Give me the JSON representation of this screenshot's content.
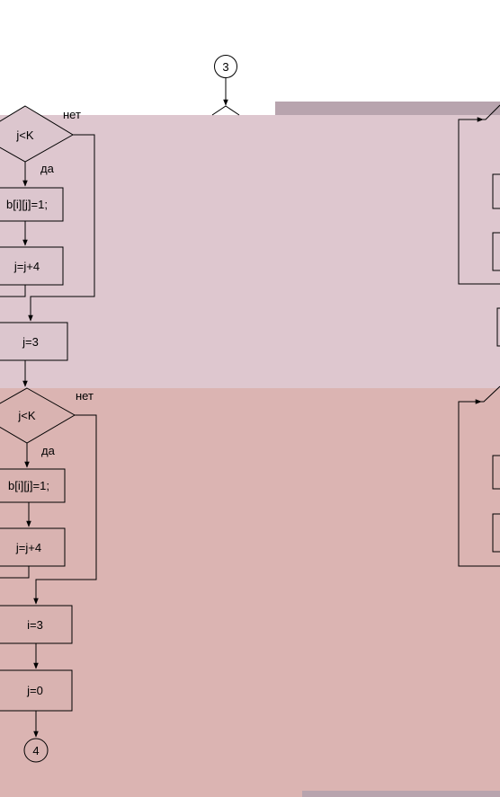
{
  "connectors": {
    "top": "3",
    "bottom": "4"
  },
  "decision1": {
    "label": "j<K",
    "no": "нет",
    "yes": "да"
  },
  "process1": "b[i][j]=1;",
  "process2": "j=j+4",
  "process3": "j=3",
  "decision2": {
    "label": "j<K",
    "no": "нет",
    "yes": "да"
  },
  "process4": "b[i][j]=1;",
  "process5": "j=j+4",
  "process6": "i=3",
  "process7": "j=0",
  "colors": {
    "band_upper": "#dec7cf",
    "band_lower": "#dbb4b2",
    "shape_upper": "#dcc6ce",
    "shape_lower": "#d9b3b1",
    "stripe": "#b8a4ae"
  }
}
